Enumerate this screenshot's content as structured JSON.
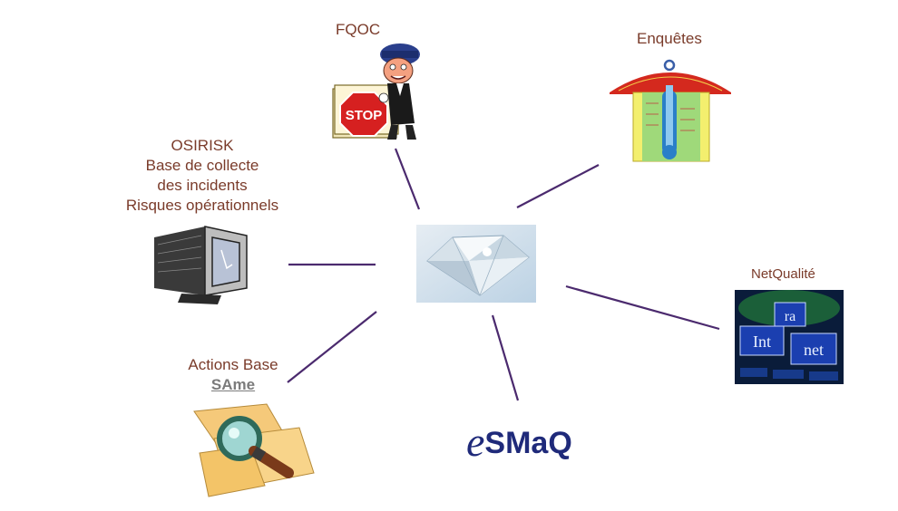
{
  "nodes": {
    "fqoc": {
      "label": "FQOC",
      "sign_text": "STOP"
    },
    "enquetes": {
      "label": "Enquêtes"
    },
    "osirisk": {
      "lines": [
        "OSIRISK",
        "Base de collecte",
        "des incidents",
        "Risques opérationnels"
      ]
    },
    "netqualite": {
      "label": "NetQualité",
      "screen_words": [
        "Int",
        "ra",
        "net"
      ]
    },
    "actions": {
      "line1": "Actions Base",
      "line2": "SAme"
    },
    "esmaq": {
      "prefix": "e",
      "rest": "SMaQ"
    }
  },
  "colors": {
    "label": "#7a3b2a",
    "connector": "#4b2a6e",
    "logo": "#1f2a7a",
    "same": "#7b7b7b"
  },
  "icons": {
    "center": "diamond-icon",
    "fqoc": "cartoon-stop-sign-icon",
    "enquetes": "thermometer-icon",
    "osirisk": "computer-monitor-icon",
    "netqualite": "intranet-screens-icon",
    "actions": "magnifier-documents-icon"
  }
}
